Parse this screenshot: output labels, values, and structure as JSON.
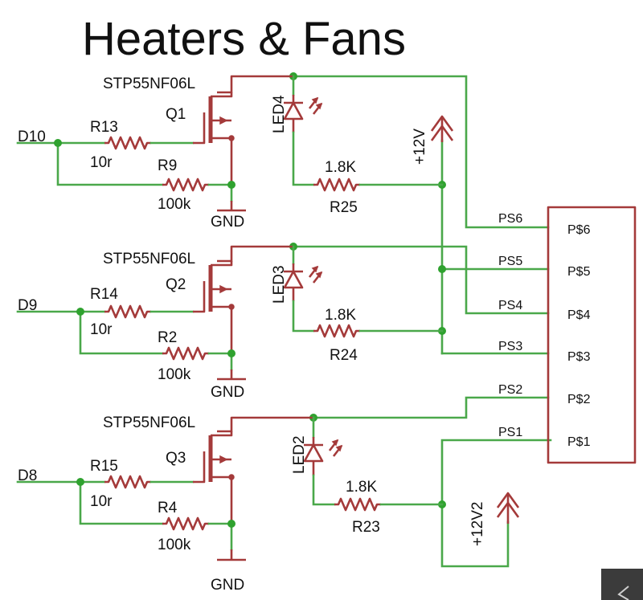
{
  "title": "Heaters & Fans",
  "stages": [
    {
      "input": "D10",
      "gate_resistor": {
        "ref": "R13",
        "value": "10r"
      },
      "pulldown_resistor": {
        "ref": "R9",
        "value": "100k"
      },
      "mosfet": {
        "ref": "Q1",
        "part": "STP55NF06L"
      },
      "led": {
        "ref": "LED4"
      },
      "led_resistor": {
        "ref": "R25",
        "value": "1.8K"
      },
      "ground": "GND"
    },
    {
      "input": "D9",
      "gate_resistor": {
        "ref": "R14",
        "value": "10r"
      },
      "pulldown_resistor": {
        "ref": "R2",
        "value": "100k"
      },
      "mosfet": {
        "ref": "Q2",
        "part": "STP55NF06L"
      },
      "led": {
        "ref": "LED3"
      },
      "led_resistor": {
        "ref": "R24",
        "value": "1.8K"
      },
      "ground": "GND"
    },
    {
      "input": "D8",
      "gate_resistor": {
        "ref": "R15",
        "value": "10r"
      },
      "pulldown_resistor": {
        "ref": "R4",
        "value": "100k"
      },
      "mosfet": {
        "ref": "Q3",
        "part": "STP55NF06L"
      },
      "led": {
        "ref": "LED2"
      },
      "led_resistor": {
        "ref": "R23",
        "value": "1.8K"
      },
      "ground": "GND"
    }
  ],
  "supplies": {
    "main": "+12V",
    "secondary": "+12V2"
  },
  "connector": {
    "wire_labels": [
      "PS6",
      "PS5",
      "PS4",
      "PS3",
      "PS2",
      "PS1"
    ],
    "pin_labels": [
      "P$6",
      "P$5",
      "P$4",
      "P$3",
      "P$2",
      "P$1"
    ]
  },
  "colors": {
    "wire": "#4aa84a",
    "part": "#a43a3a",
    "junction": "#2fa22f",
    "text": "#111111"
  }
}
